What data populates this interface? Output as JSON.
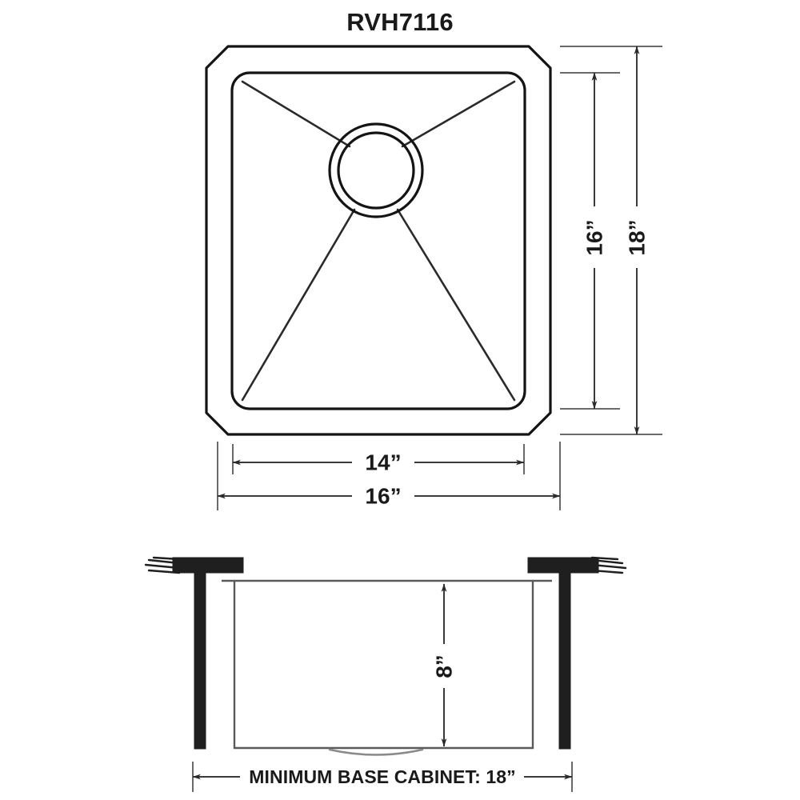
{
  "title": "RVH7116",
  "plan_view": {
    "name": "sink-top-view",
    "dimensions": {
      "width_inner": "14”",
      "width_outer": "16”",
      "height_inner": "16”",
      "height_outer": "18”"
    },
    "features": {
      "drain": "drain-circle",
      "rim": "sink-rim-outline",
      "basin": "sink-basin-outline"
    }
  },
  "section_view": {
    "name": "sink-cross-section",
    "depth_label": "8”",
    "cabinet_caption": "MINIMUM BASE CABINET: 18”",
    "features": {
      "countertop": "countertop-bar",
      "cabinet_wall_left": "cabinet-wall-left",
      "cabinet_wall_right": "cabinet-wall-right",
      "basin": "basin-section-outline"
    }
  },
  "colors": {
    "line": "#141414",
    "dim_line": "#3a3a3a",
    "ext_line": "#6a6a6a",
    "solid_fill": "#1f1f1f",
    "section_stroke": "#5a5a5a",
    "background": "#ffffff",
    "text": "#1a1a1a"
  }
}
